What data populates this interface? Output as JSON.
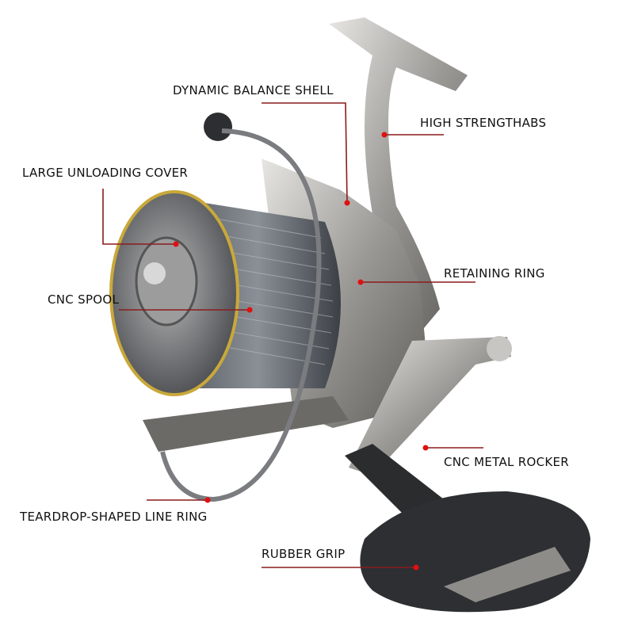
{
  "labels": {
    "dynamic_balance_shell": "DYNAMIC BALANCE SHELL",
    "high_strength_abs": "HIGH STRENGTHABS",
    "large_unloading_cover": "LARGE UNLOADING COVER",
    "retaining_ring": "RETAINING RING",
    "cnc_spool": "CNC SPOOL",
    "cnc_metal_rocker": "CNC METAL ROCKER",
    "teardrop_line_ring": "TEARDROP-SHAPED LINE RING",
    "rubber_grip": "RUBBER GRIP"
  },
  "colors": {
    "leader": "#8a1c1c",
    "dot": "#e01010"
  }
}
